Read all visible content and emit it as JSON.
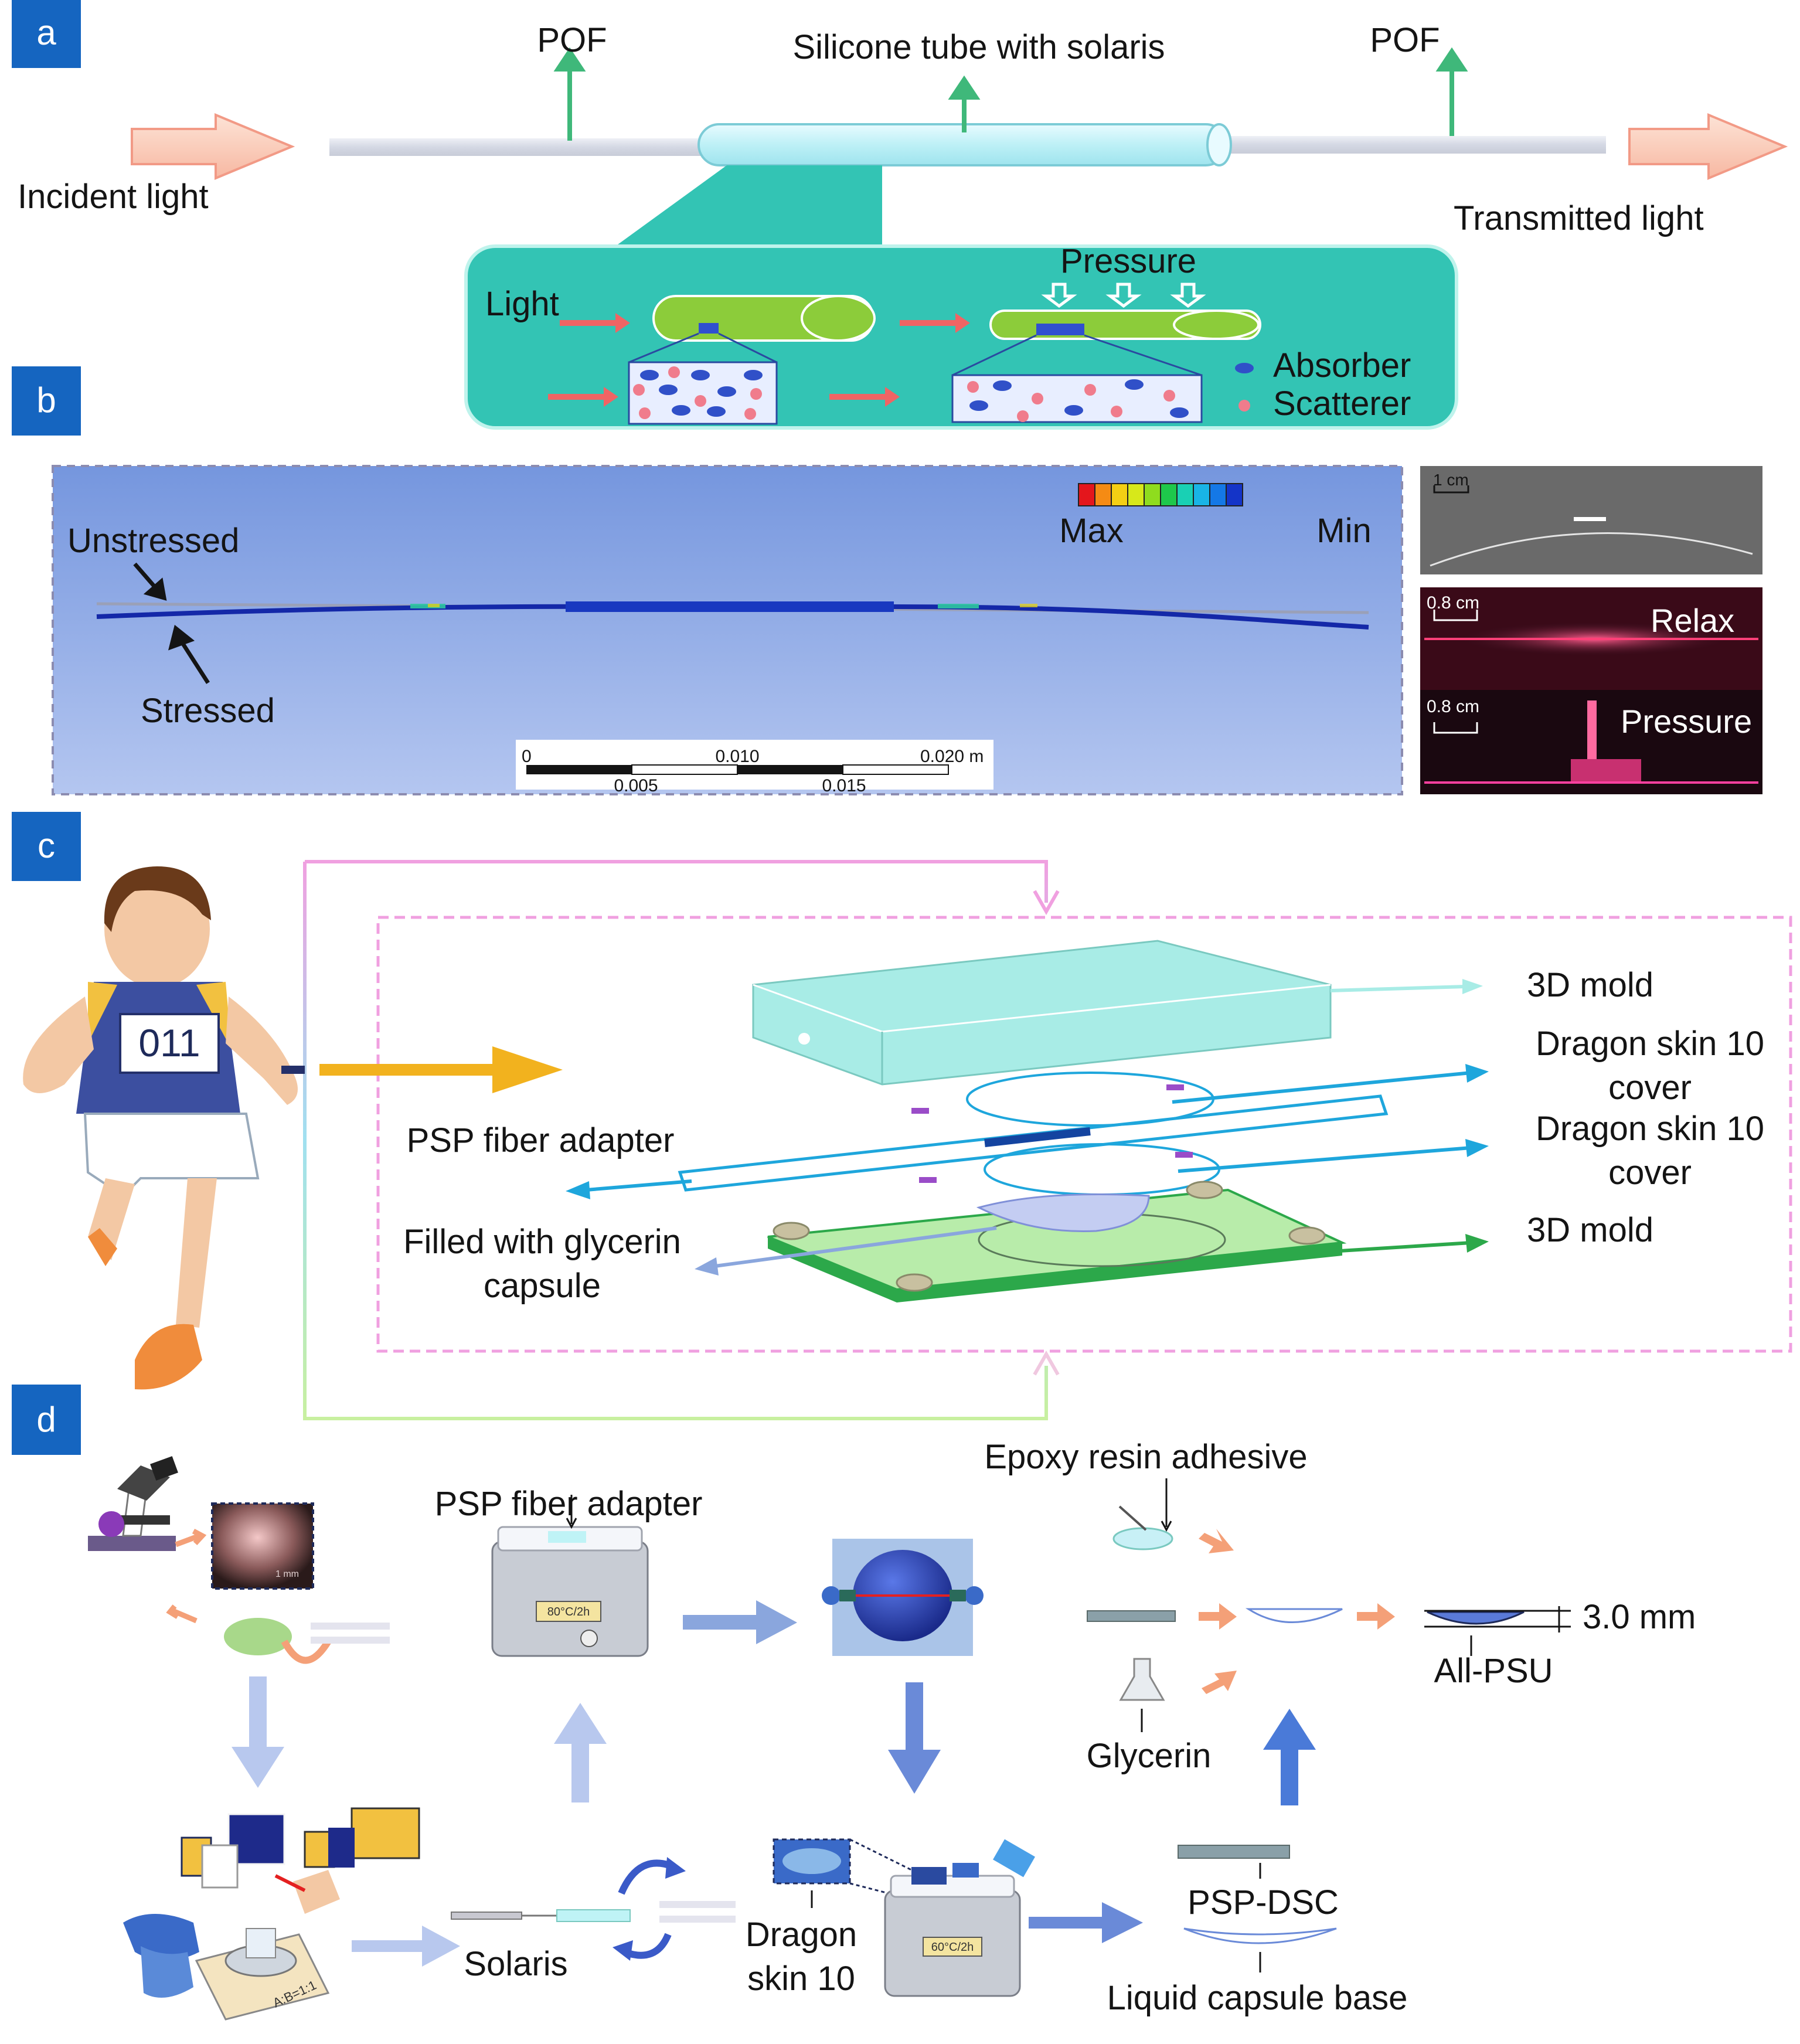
{
  "panels": {
    "a": "a",
    "b": "b",
    "c": "c",
    "d": "d"
  },
  "panel_a": {
    "pof_left": "POF",
    "tube": "Silicone tube with solaris",
    "pof_right": "POF",
    "incident": "Incident light",
    "transmitted": "Transmitted light",
    "inset": {
      "light": "Light",
      "pressure": "Pressure",
      "absorber": "Absorber",
      "scatterer": "Scatterer"
    }
  },
  "panel_b": {
    "unstressed": "Unstressed",
    "stressed": "Stressed",
    "max": "Max",
    "min": "Min",
    "colorbar": [
      "#e4161c",
      "#f58b14",
      "#f5cf14",
      "#d7e81a",
      "#8fdc1e",
      "#1ec84b",
      "#19d0b4",
      "#19b4e6",
      "#1478e6",
      "#1434c8"
    ],
    "scale_top": [
      "0",
      "0.010",
      "0.020 m"
    ],
    "scale_bottom": [
      "0.005",
      "0.015"
    ],
    "photo_top_scale": "1 cm",
    "photo_mid_scale": "0.8 cm",
    "photo_mid_label": "Relax",
    "photo_bot_scale": "0.8 cm",
    "photo_bot_label": "Pressure"
  },
  "panel_c": {
    "bib": "011",
    "mold_top": "3D mold",
    "dragon_top_1": "Dragon skin 10",
    "dragon_top_2": "cover",
    "dragon_bot_1": "Dragon skin 10",
    "dragon_bot_2": "cover",
    "mold_bottom": "3D mold",
    "psp_adapter": "PSP fiber adapter",
    "glycerin_1": "Filled with glycerin",
    "glycerin_2": "capsule"
  },
  "panel_d": {
    "psp_adapter": "PSP fiber adapter",
    "epoxy": "Epoxy resin adhesive",
    "thickness": "3.0 mm",
    "all_psu": "All-PSU",
    "glycerin": "Glycerin",
    "solaris": "Solaris",
    "dragon_1": "Dragon",
    "dragon_2": "skin 10",
    "psp_dsc": "PSP-DSC",
    "liquid_base": "Liquid capsule base",
    "hotplate_1": "80°C/2h",
    "hotplate_2": "60°C/2h",
    "micro_scale": "1 mm",
    "ratio": "A:B=1:1"
  },
  "colors": {
    "badge": "#1565c0",
    "teal": "#33c4b4",
    "fea_bg": "#7f9ee2",
    "arrow_pink": "#f4b6a8",
    "arrow_green": "#3fb87a",
    "arrow_blue": "#8aa6dd",
    "cyan_arrow": "#1ea6dc"
  }
}
